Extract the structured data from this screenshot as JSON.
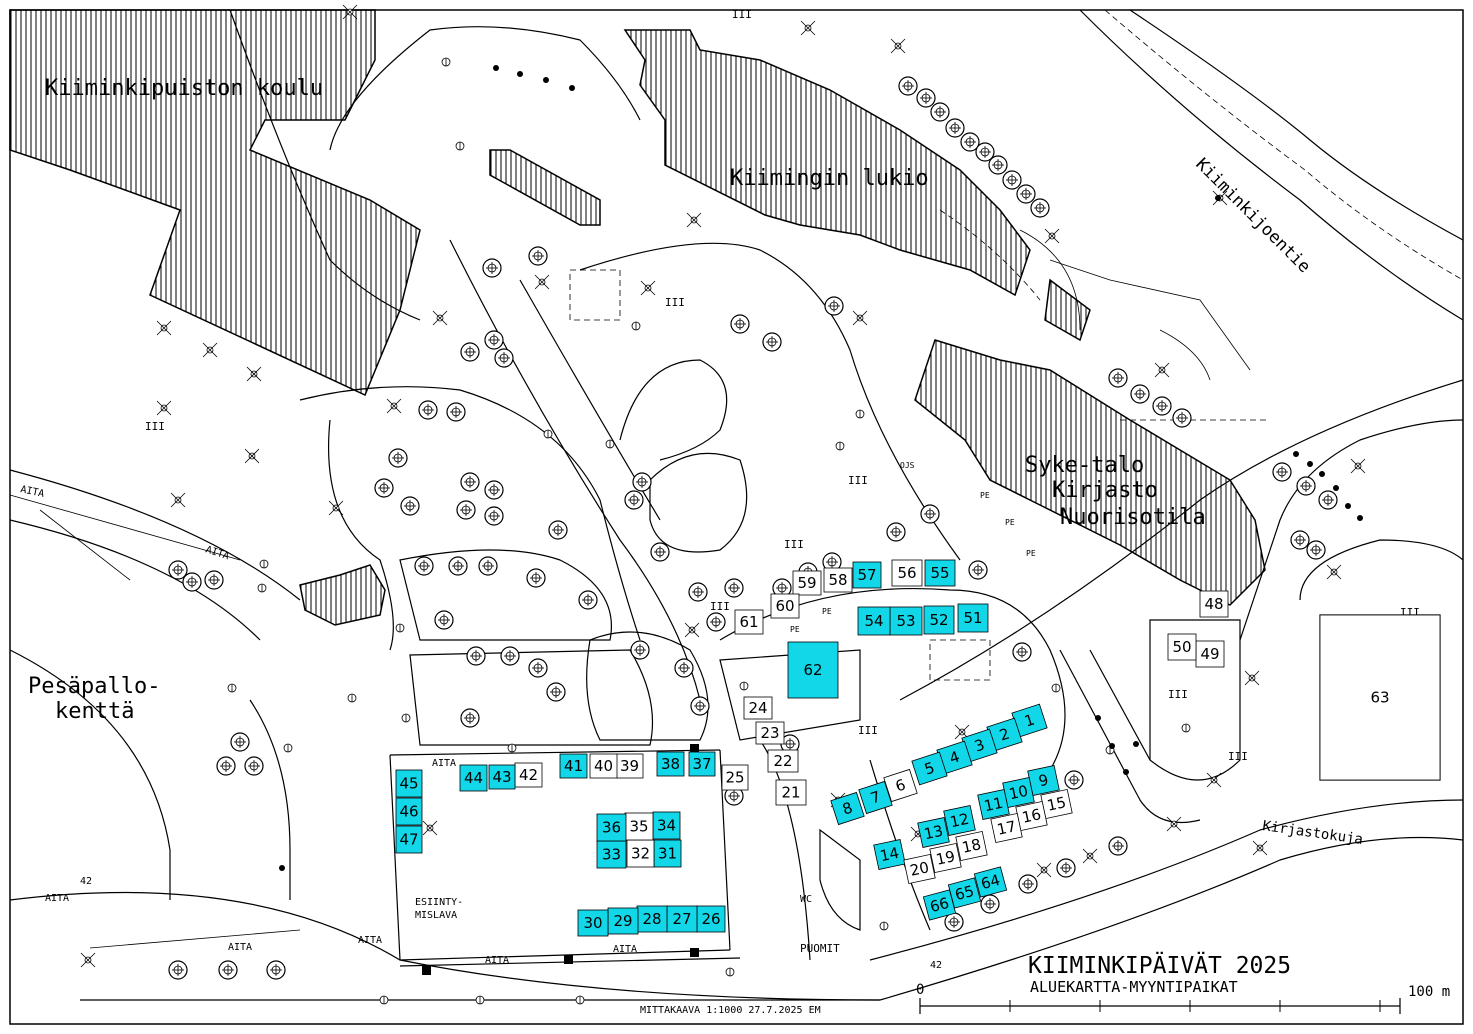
{
  "buildings": {
    "school": "Kiiminkipuiston koulu",
    "lukio": "Kiimingin lukio",
    "syke1": "Syke-talo",
    "syke2": "Kirjasto",
    "syke3": "Nuorisotila"
  },
  "areas": {
    "pesapallo1": "Pesäpallo-",
    "pesapallo2": "kenttä",
    "stage1": "ESIINTY-",
    "stage2": "MISLAVA",
    "wc": "WC",
    "puomit": "PUOMIT",
    "road_class": "III",
    "fence": "AITA",
    "pe": "PE",
    "ojs": "OJS"
  },
  "roads": {
    "kiiminkijoentie": "Kiiminkijoentie",
    "kirjastokuja": "Kirjastokuja",
    "road_number": "42"
  },
  "title": {
    "line1": "KIIMINKIPÄIVÄT 2025",
    "line2": "ALUEKARTTA-MYYNTIPAIKAT",
    "scale": "MITTAKAAVA 1:1000  27.7.2025 EM",
    "scalebar_start": "0",
    "scalebar_end": "100 m"
  },
  "stalls": [
    {
      "n": "1",
      "c": true
    },
    {
      "n": "2",
      "c": true
    },
    {
      "n": "3",
      "c": true
    },
    {
      "n": "4",
      "c": true
    },
    {
      "n": "5",
      "c": true
    },
    {
      "n": "6",
      "c": false
    },
    {
      "n": "7",
      "c": true
    },
    {
      "n": "8",
      "c": true
    },
    {
      "n": "9",
      "c": true
    },
    {
      "n": "10",
      "c": true
    },
    {
      "n": "11",
      "c": true
    },
    {
      "n": "12",
      "c": true
    },
    {
      "n": "13",
      "c": true
    },
    {
      "n": "14",
      "c": true
    },
    {
      "n": "15",
      "c": false
    },
    {
      "n": "16",
      "c": false
    },
    {
      "n": "17",
      "c": false
    },
    {
      "n": "18",
      "c": false
    },
    {
      "n": "19",
      "c": false
    },
    {
      "n": "20",
      "c": false
    },
    {
      "n": "21",
      "c": false
    },
    {
      "n": "22",
      "c": false
    },
    {
      "n": "23",
      "c": false
    },
    {
      "n": "24",
      "c": false
    },
    {
      "n": "25",
      "c": false
    },
    {
      "n": "26",
      "c": true
    },
    {
      "n": "27",
      "c": true
    },
    {
      "n": "28",
      "c": true
    },
    {
      "n": "29",
      "c": true
    },
    {
      "n": "30",
      "c": true
    },
    {
      "n": "31",
      "c": true
    },
    {
      "n": "32",
      "c": false
    },
    {
      "n": "33",
      "c": true
    },
    {
      "n": "34",
      "c": true
    },
    {
      "n": "35",
      "c": false
    },
    {
      "n": "36",
      "c": true
    },
    {
      "n": "37",
      "c": true
    },
    {
      "n": "38",
      "c": true
    },
    {
      "n": "39",
      "c": false
    },
    {
      "n": "40",
      "c": false
    },
    {
      "n": "41",
      "c": true
    },
    {
      "n": "42",
      "c": false
    },
    {
      "n": "43",
      "c": true
    },
    {
      "n": "44",
      "c": true
    },
    {
      "n": "45",
      "c": true
    },
    {
      "n": "46",
      "c": true
    },
    {
      "n": "47",
      "c": true
    },
    {
      "n": "48",
      "c": false
    },
    {
      "n": "49",
      "c": false
    },
    {
      "n": "50",
      "c": false
    },
    {
      "n": "51",
      "c": true
    },
    {
      "n": "52",
      "c": true
    },
    {
      "n": "53",
      "c": true
    },
    {
      "n": "54",
      "c": true
    },
    {
      "n": "55",
      "c": true
    },
    {
      "n": "56",
      "c": false
    },
    {
      "n": "57",
      "c": true
    },
    {
      "n": "58",
      "c": false
    },
    {
      "n": "59",
      "c": false
    },
    {
      "n": "60",
      "c": false
    },
    {
      "n": "61",
      "c": false
    },
    {
      "n": "62",
      "c": true
    },
    {
      "n": "63",
      "c": false
    },
    {
      "n": "64",
      "c": true
    },
    {
      "n": "65",
      "c": true
    },
    {
      "n": "66",
      "c": true
    }
  ]
}
